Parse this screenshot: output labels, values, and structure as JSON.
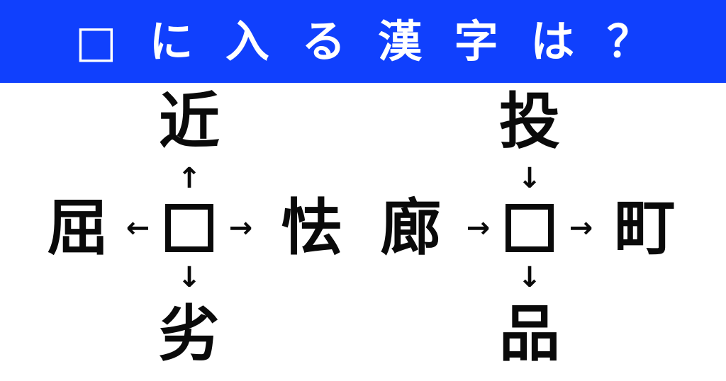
{
  "header": {
    "title": "□ に 入 る 漢 字 は ？",
    "background_color": "#1040fd",
    "text_color": "#ffffff"
  },
  "theme": {
    "page_background": "#ffffff",
    "ink_color": "#0a0a0a"
  },
  "puzzles": [
    {
      "id": "left-puzzle",
      "center": "□",
      "top": {
        "kanji": "近",
        "arrow": "↑",
        "direction": "up"
      },
      "left": {
        "kanji": "屈",
        "arrow": "←",
        "direction": "left"
      },
      "right": {
        "kanji": "怯",
        "arrow": "→",
        "direction": "right"
      },
      "bottom": {
        "kanji": "劣",
        "arrow": "↓",
        "direction": "down"
      }
    },
    {
      "id": "right-puzzle",
      "center": "□",
      "top": {
        "kanji": "投",
        "arrow": "↓",
        "direction": "down"
      },
      "left": {
        "kanji": "廊",
        "arrow": "→",
        "direction": "right"
      },
      "right": {
        "kanji": "町",
        "arrow": "→",
        "direction": "right"
      },
      "bottom": {
        "kanji": "品",
        "arrow": "↓",
        "direction": "down"
      }
    }
  ]
}
